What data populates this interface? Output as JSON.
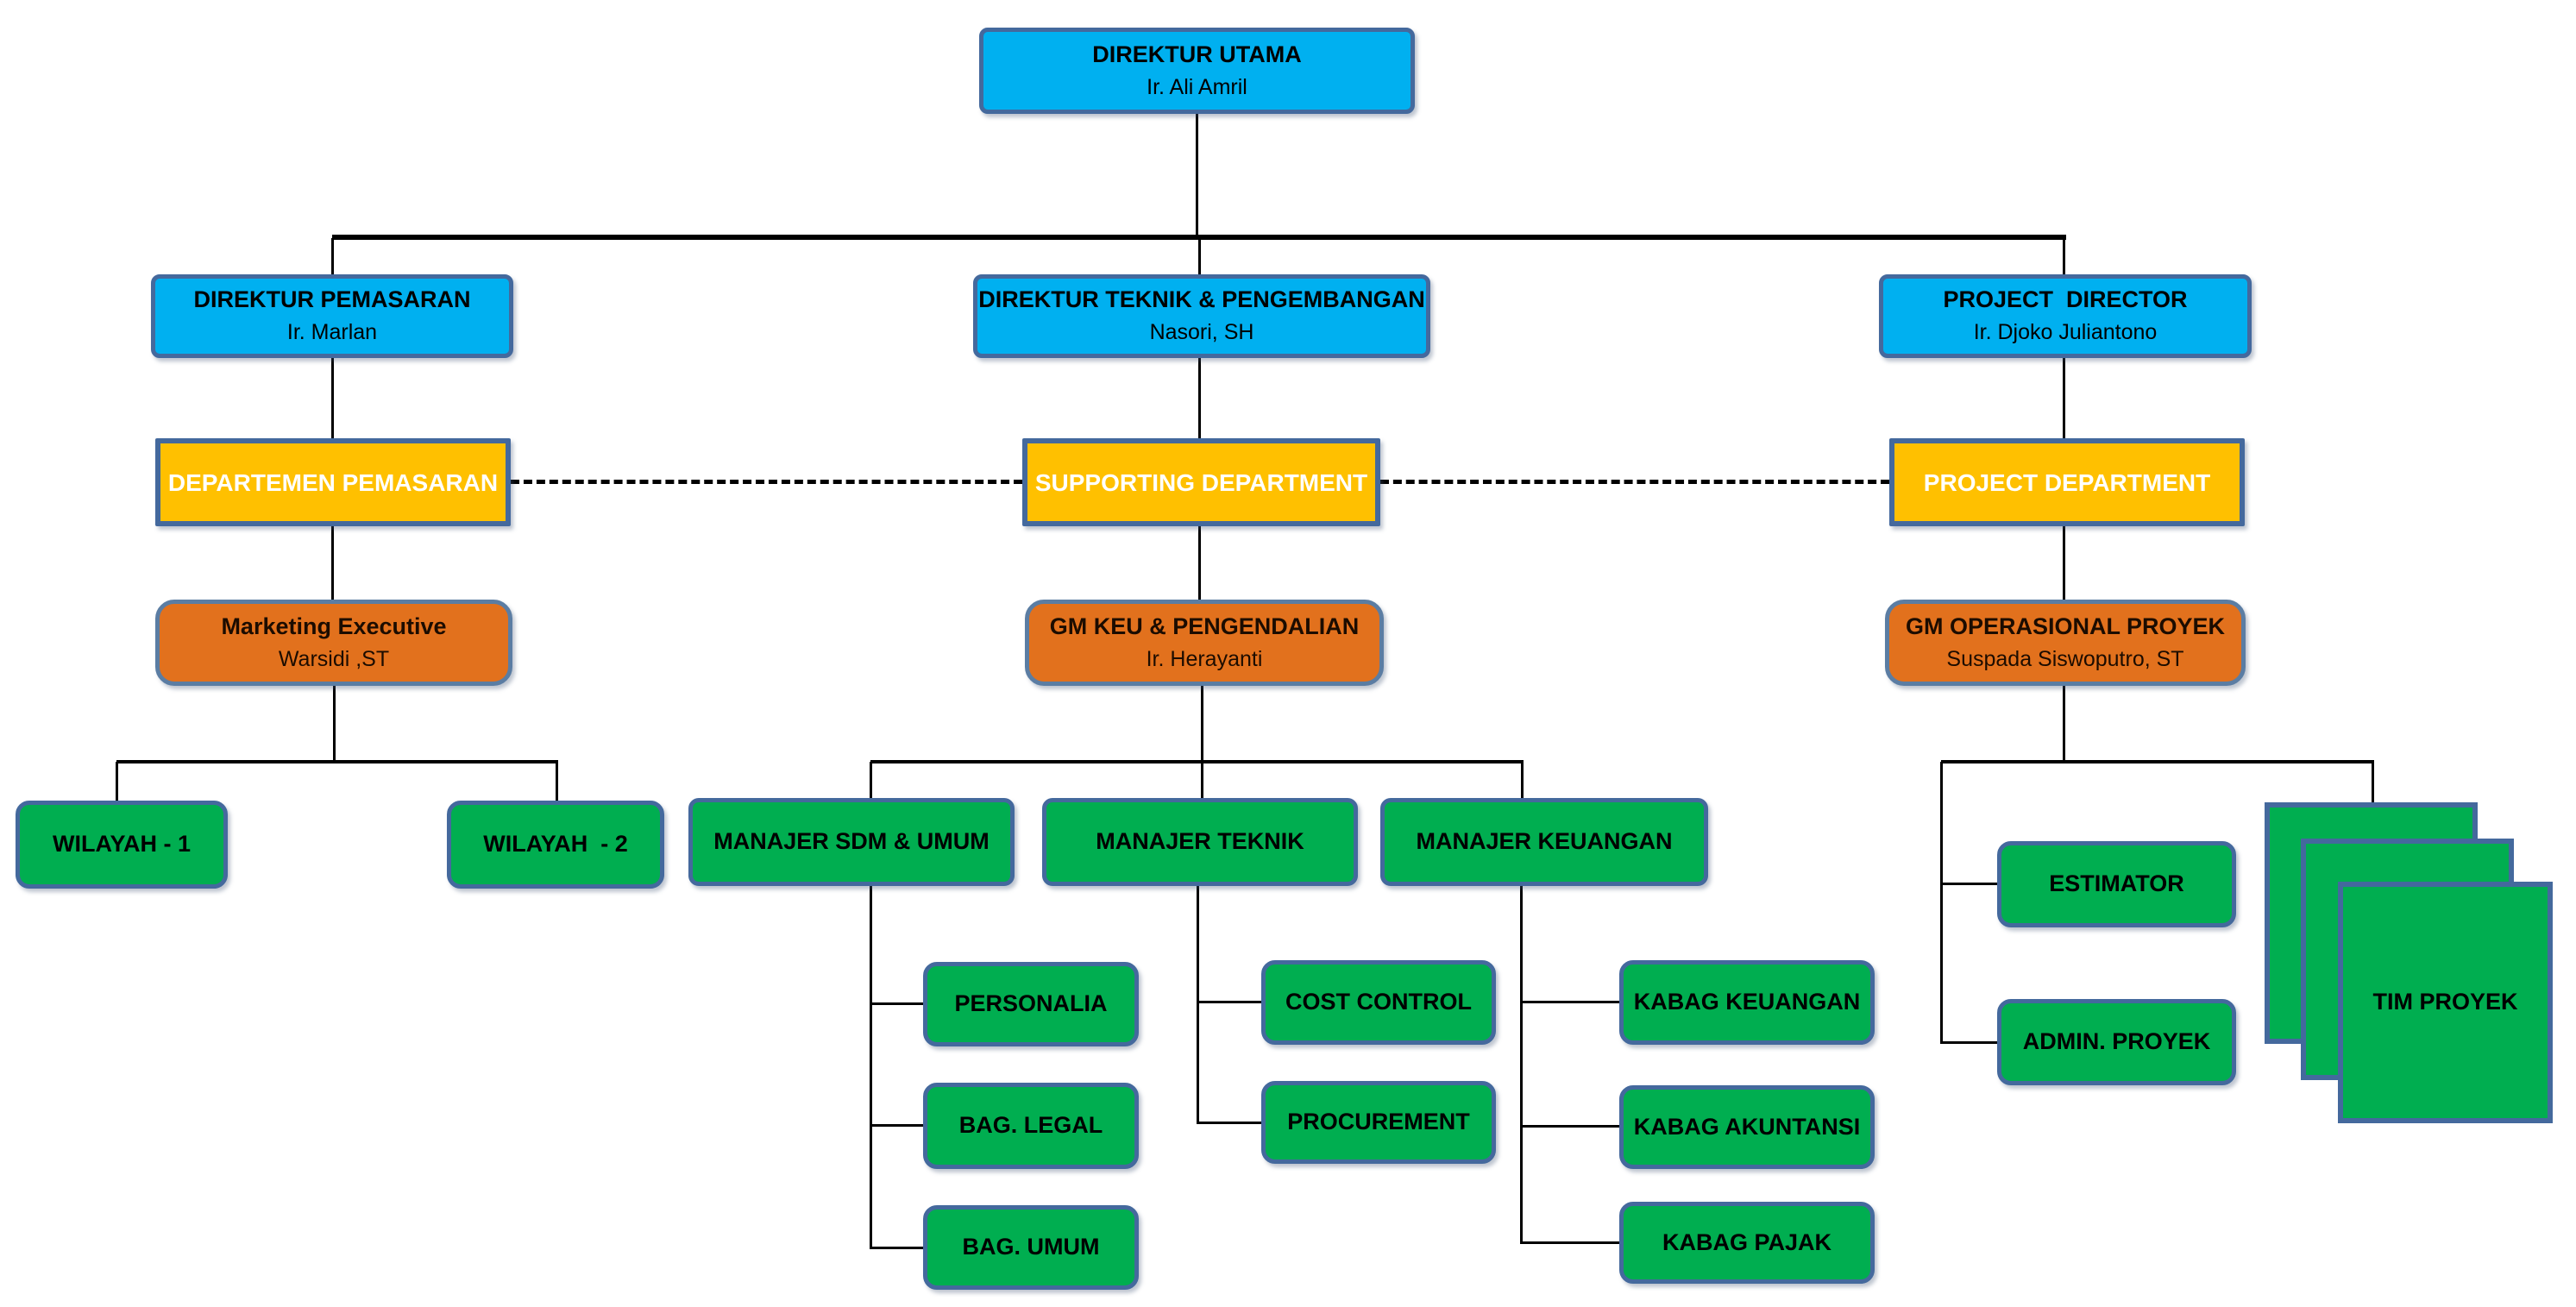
{
  "colors": {
    "blue": "#00B0F0",
    "yellow": "#FFC000",
    "orange": "#E2711D",
    "green": "#00AE50",
    "border": "#44699D",
    "connector": "#000000",
    "yellow_text": "#FFFFFF"
  },
  "nodes": {
    "direktur_utama": {
      "title": "DIREKTUR UTAMA",
      "person": "Ir. Ali Amril"
    },
    "direktur_pemasaran": {
      "title": "DIREKTUR PEMASARAN",
      "person": "Ir.  Marlan"
    },
    "direktur_teknik": {
      "title": "DIREKTUR TEKNIK & PENGEMBANGAN",
      "person": "Nasori, SH"
    },
    "project_director": {
      "title": "PROJECT  DIRECTOR",
      "person": "Ir. Djoko Juliantono"
    },
    "departemen_pemasaran": {
      "title": "DEPARTEMEN PEMASARAN"
    },
    "supporting_department": {
      "title": "SUPPORTING DEPARTMENT"
    },
    "project_department": {
      "title": "PROJECT DEPARTMENT"
    },
    "marketing_executive": {
      "title": "Marketing Executive",
      "person": "Warsidi ,ST"
    },
    "gm_keu_pengendalian": {
      "title": "GM KEU & PENGENDALIAN",
      "person": "Ir. Herayanti"
    },
    "gm_operasional_proyek": {
      "title": "GM OPERASIONAL PROYEK",
      "person": "Suspada Siswoputro, ST"
    },
    "wilayah_1": {
      "title": "WILAYAH - 1"
    },
    "wilayah_2": {
      "title": "WILAYAH  - 2"
    },
    "manajer_sdm_umum": {
      "title": "MANAJER SDM & UMUM"
    },
    "manajer_teknik": {
      "title": "MANAJER TEKNIK"
    },
    "manajer_keuangan": {
      "title": "MANAJER KEUANGAN"
    },
    "personalia": {
      "title": "PERSONALIA"
    },
    "bag_legal": {
      "title": "BAG. LEGAL"
    },
    "bag_umum": {
      "title": "BAG. UMUM"
    },
    "cost_control": {
      "title": "COST CONTROL"
    },
    "procurement": {
      "title": "PROCUREMENT"
    },
    "kabag_keuangan": {
      "title": "KABAG KEUANGAN"
    },
    "kabag_akuntansi": {
      "title": "KABAG AKUNTANSI"
    },
    "kabag_pajak": {
      "title": "KABAG PAJAK"
    },
    "estimator": {
      "title": "ESTIMATOR"
    },
    "admin_proyek": {
      "title": "ADMIN. PROYEK"
    },
    "tim_proyek": {
      "title": "TIM PROYEK"
    }
  }
}
